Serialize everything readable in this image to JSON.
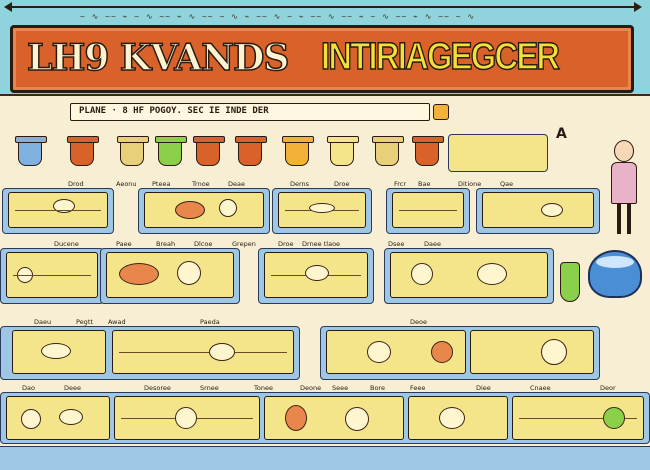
{
  "poster": {
    "title_left": "LH9 KVANDS",
    "title_right": "INTIRIAGEGCER",
    "subtitle": "PLANE · 8 HF POGOY. SEC IE INDE DER"
  },
  "colors": {
    "sky": "#8fd3dc",
    "banner": "#d9622b",
    "title_left_fill": "#fff3cf",
    "title_right_fill": "#f2e03a",
    "panel": "#f5e58a",
    "shelf": "#9ec7e6",
    "paper": "#f7eed3"
  },
  "row1_labels": [
    "Drod",
    "Aeonu",
    "Pteea",
    "Trnoe",
    "Deae",
    "Derns",
    "Droe",
    "Frcr",
    "Bae",
    "Ditione",
    "Qae"
  ],
  "row2_labels": [
    "Ducene",
    "Paee",
    "Breah",
    "Dlcoe",
    "Grepen",
    "Droe",
    "Drnee tlaoe",
    "Dsee",
    "Daee"
  ],
  "row3_labels": [
    "Daeu",
    "Pegtt",
    "Awad",
    "Paeda",
    "Deoe"
  ],
  "row4_labels": [
    "Dao",
    "Deee",
    "Desoree",
    "Srnee",
    "Tonee",
    "Deone",
    "Seee",
    "Bore",
    "Feee",
    "Diee",
    "Cnaee",
    "Deor"
  ]
}
